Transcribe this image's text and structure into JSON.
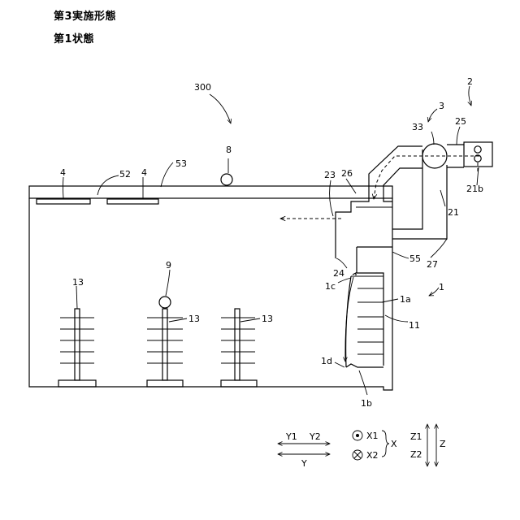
{
  "header": {
    "line1": "第3実施形態",
    "line2": "第1状態"
  },
  "labels": {
    "l300": "300",
    "l2": "2",
    "l3": "3",
    "l33": "33",
    "l25": "25",
    "l8": "8",
    "l4a": "4",
    "l52": "52",
    "l4b": "4",
    "l53": "53",
    "l23": "23",
    "l26": "26",
    "l21b": "21b",
    "l21": "21",
    "l24": "24",
    "l55": "55",
    "l27": "27",
    "l1c": "1c",
    "l1a": "1a",
    "l1": "1",
    "l11": "11",
    "l9": "9",
    "l13a": "13",
    "l13b": "13",
    "l13c": "13",
    "l1d": "1d",
    "l1b": "1b"
  },
  "axes": {
    "y1": "Y1",
    "y2": "Y2",
    "y": "Y",
    "x1": "X1",
    "x2": "X2",
    "x": "X",
    "z1": "Z1",
    "z2": "Z2",
    "z": "Z"
  }
}
